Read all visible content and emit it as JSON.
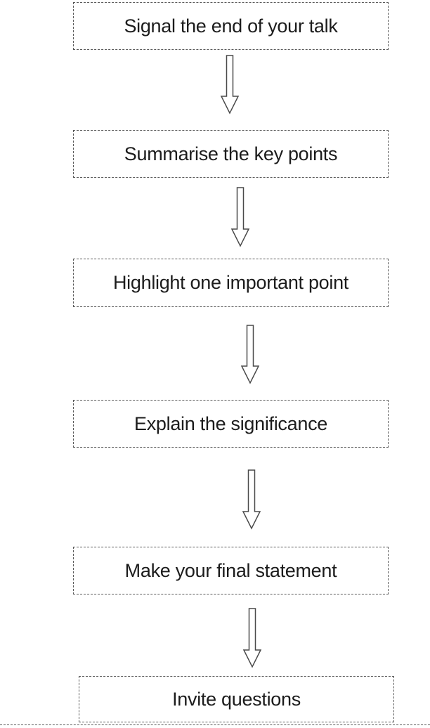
{
  "steps": [
    {
      "label": "Signal the end of your talk"
    },
    {
      "label": "Summarise the key points"
    },
    {
      "label": "Highlight one important point"
    },
    {
      "label": "Explain the significance"
    },
    {
      "label": "Make your final statement"
    },
    {
      "label": "Invite questions"
    }
  ],
  "arrow_icon": "down-arrow-icon",
  "colors": {
    "border": "#5a5a5a",
    "text": "#1c1c1c",
    "background": "#ffffff"
  }
}
